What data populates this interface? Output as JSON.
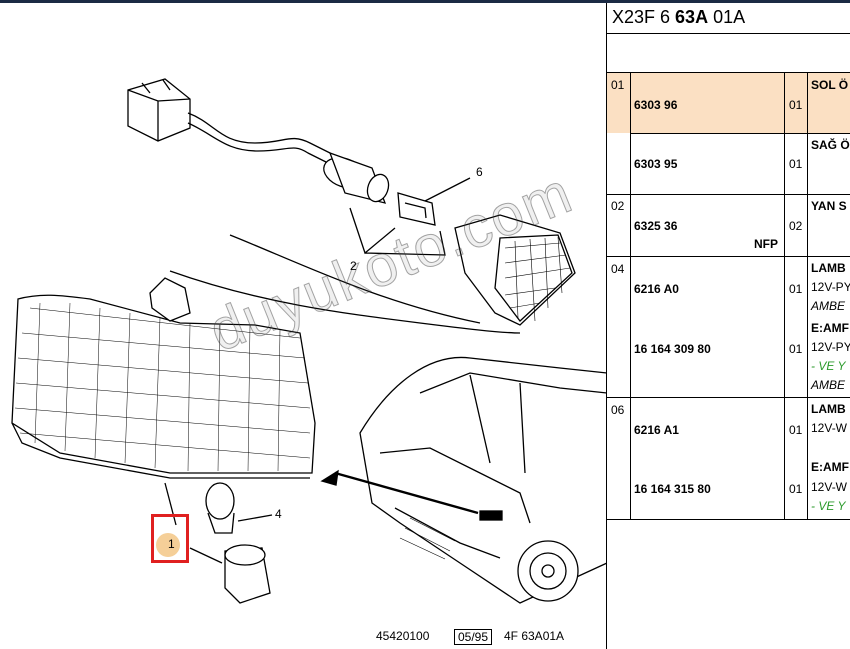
{
  "header": {
    "prefix": "X23F 6 ",
    "bold": "63A",
    "suffix": " 01A"
  },
  "diagram": {
    "callouts": [
      "1",
      "2",
      "4",
      "6"
    ],
    "watermark": "duyukoto.com",
    "footer_ref": "45420100",
    "footer_date": "05/95",
    "footer_code": "4F 63A01A"
  },
  "parts": [
    {
      "index": "01",
      "rows": [
        {
          "part_no": "6303 96",
          "qty": "01",
          "desc": [
            "SOL Ö"
          ]
        },
        {
          "part_no": "6303 95",
          "qty": "01",
          "desc": [
            "SAĞ Ö"
          ]
        }
      ]
    },
    {
      "index": "02",
      "rows": [
        {
          "part_no": "6325 36",
          "qty": "02",
          "nfp": "NFP",
          "desc": [
            "YAN S"
          ]
        }
      ]
    },
    {
      "index": "04",
      "rows": [
        {
          "part_no": "6216 A0",
          "qty": "01",
          "desc": [
            "LAMB",
            "12V-PY",
            "AMBE"
          ]
        },
        {
          "part_no": "16 164 309 80",
          "qty": "01",
          "desc": [
            "E:AMF",
            "12V-PY",
            "- VE Y",
            "AMBE"
          ]
        }
      ]
    },
    {
      "index": "06",
      "rows": [
        {
          "part_no": "6216 A1",
          "qty": "01",
          "desc": [
            "LAMB",
            "12V-W"
          ]
        },
        {
          "part_no": "16 164 315 80",
          "qty": "01",
          "desc": [
            "E:AMF",
            "12V-W",
            "- VE Y"
          ]
        }
      ]
    }
  ],
  "colors": {
    "highlight_row": "#fbe0c3",
    "highlight_box": "#e02020",
    "green_text": "#2a9a2a",
    "top_bar": "#1b2a44"
  }
}
